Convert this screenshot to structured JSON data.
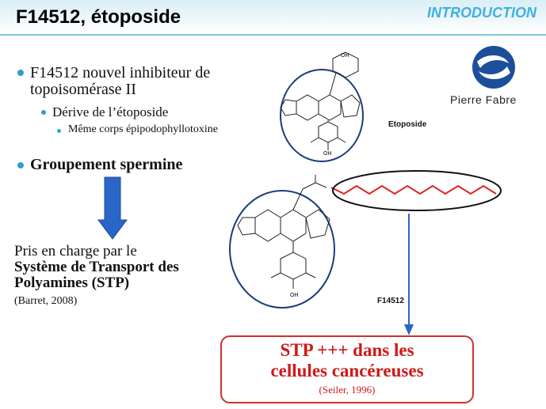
{
  "header": {
    "title": "F14512, étoposide",
    "section": "INTRODUCTION"
  },
  "bullets": {
    "b1": "F14512 nouvel inhibiteur de topoisomérase II",
    "b1a": "Dérive de l’étoposide",
    "b1a1": "Même corps épipodophyllotoxine",
    "b2": "Groupement spermine"
  },
  "transport": {
    "prefix": "Pris en charge par le",
    "bold": "Système de Transport des Polyamines (STP)",
    "citation": "(Barret, 2008)"
  },
  "molecules": {
    "etoposide_label": "Etoposide",
    "f14512_label": "F14512"
  },
  "conclusion": {
    "line1": "STP +++ dans les",
    "line2": "cellules cancéreuses",
    "citation": "(Seiler, 1996)"
  },
  "logo": {
    "name": "Pierre Fabre",
    "color": "#1b4f9a"
  },
  "colors": {
    "accent": "#3fb0e0",
    "arrow": "#2a66c8",
    "highlight": "#d03030",
    "spermine": "#e02020"
  }
}
